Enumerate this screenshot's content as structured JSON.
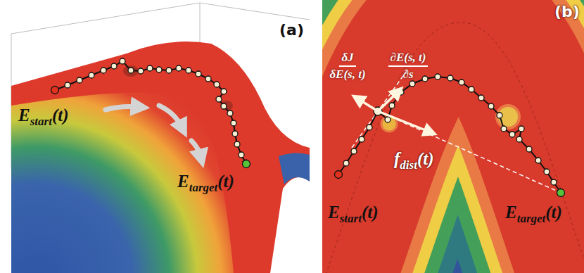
{
  "diagram": {
    "labels": [
      "(a)",
      "E",
      "start",
      "(t)",
      "E",
      "target",
      "(t)",
      "(b)",
      "δJ",
      "δE(s, t)",
      "∂E(s, t)",
      "∂s",
      "f",
      "dist",
      "(t)",
      "E",
      "start",
      "(t)",
      "E",
      "target",
      "(t)"
    ]
  }
}
